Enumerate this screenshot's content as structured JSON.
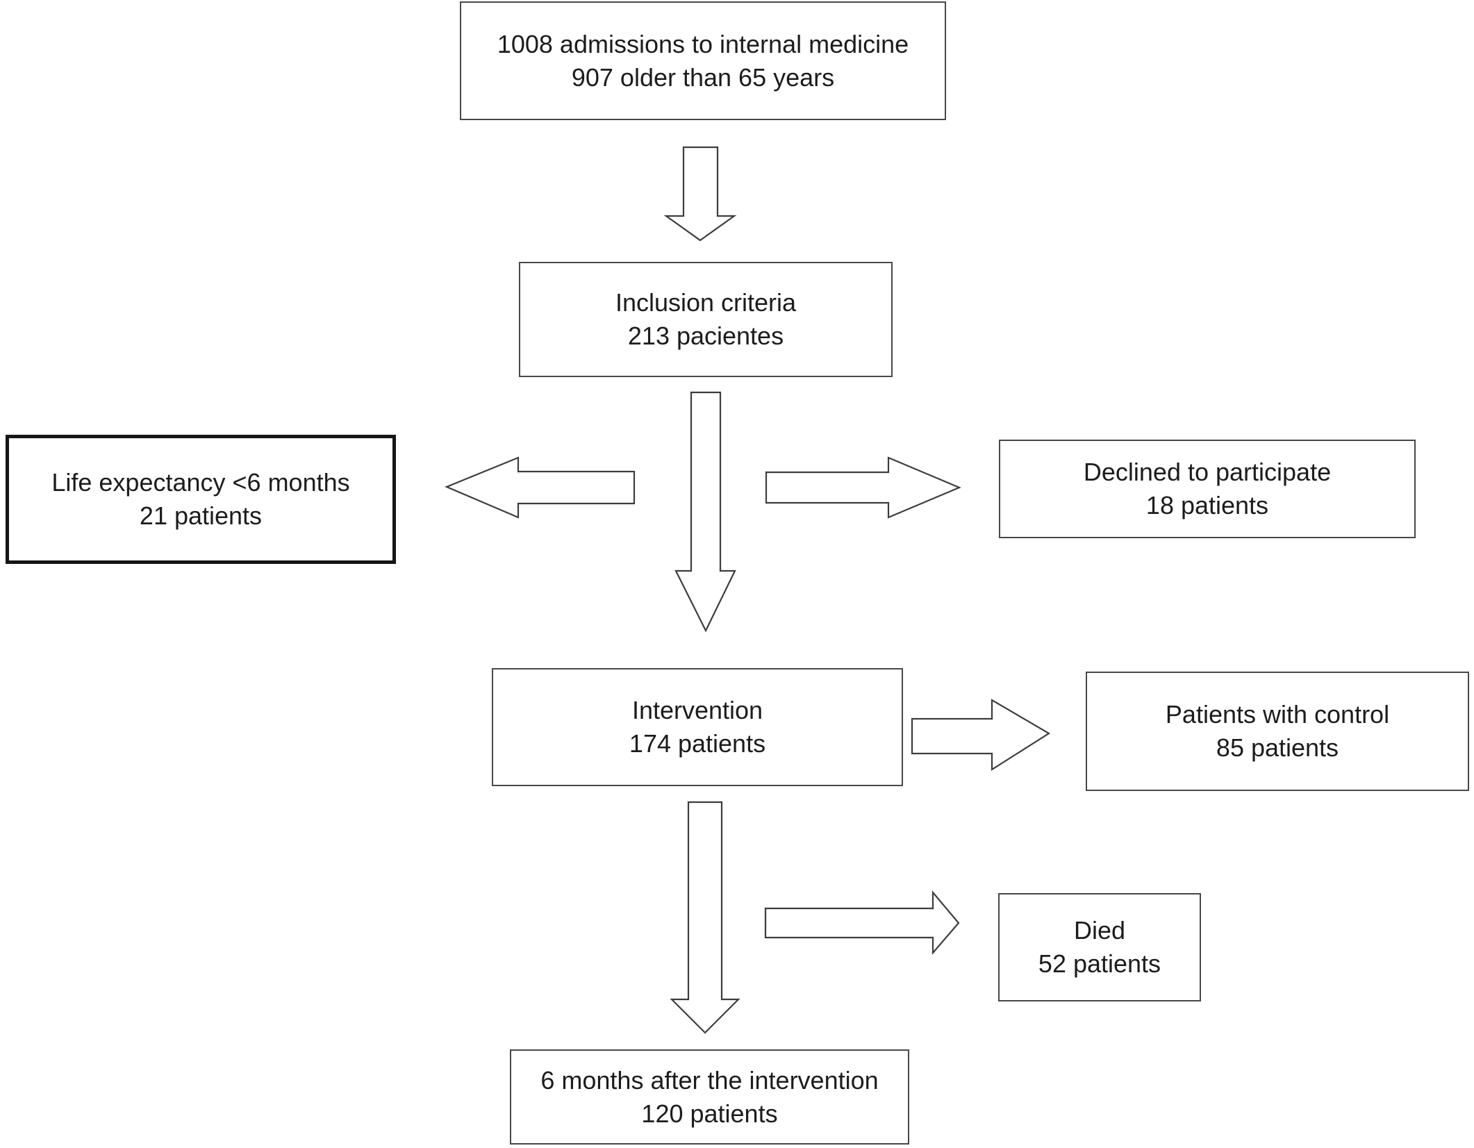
{
  "boxes": {
    "admissions": {
      "line1": "1008 admissions to internal medicine",
      "line2": "907 older than 65 years"
    },
    "inclusion": {
      "line1": "Inclusion criteria",
      "line2": "213 pacientes"
    },
    "life_expectancy": {
      "line1": "Life expectancy <6 months",
      "line2": "21 patients"
    },
    "declined": {
      "line1": "Declined to participate",
      "line2": "18 patients"
    },
    "intervention": {
      "line1": "Intervention",
      "line2": "174 patients"
    },
    "control": {
      "line1": "Patients with control",
      "line2": "85 patients"
    },
    "died": {
      "line1": "Died",
      "line2": "52 patients"
    },
    "six_months": {
      "line1": "6 months after the intervention",
      "line2": "120 patients"
    }
  },
  "colors": {
    "box_border": "#474747",
    "box_border_strong": "#161616",
    "arrow_stroke": "#3c3c3c",
    "text": "#1c1c1c",
    "background": "#ffffff"
  }
}
